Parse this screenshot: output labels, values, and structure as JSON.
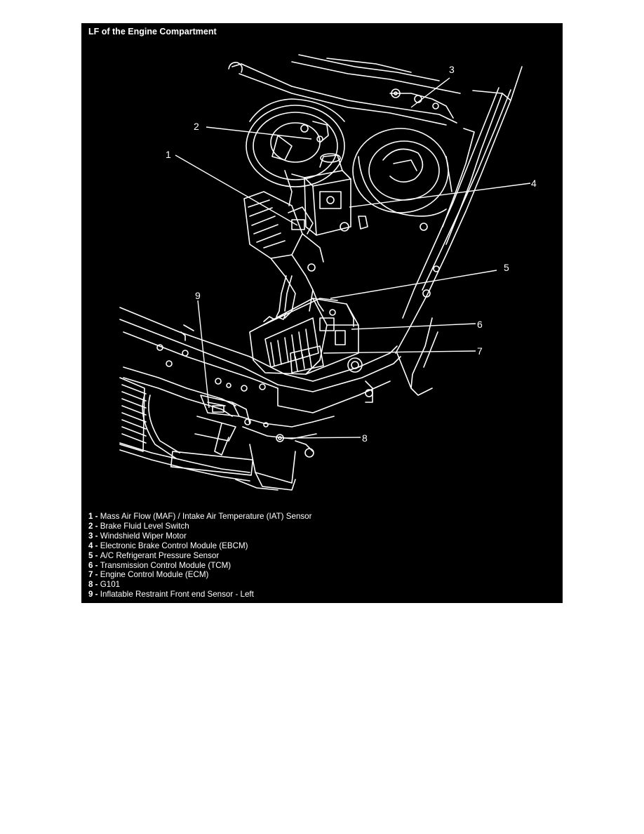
{
  "figure": {
    "title": "LF of the Engine Compartment",
    "callouts": [
      "1",
      "2",
      "3",
      "4",
      "5",
      "6",
      "7",
      "8",
      "9"
    ],
    "legend": [
      {
        "num": "1",
        "sep": " - ",
        "text": "Mass Air Flow (MAF) / Intake Air Temperature (IAT) Sensor"
      },
      {
        "num": "2",
        "sep": " - ",
        "text": "Brake Fluid Level Switch"
      },
      {
        "num": "3",
        "sep": " - ",
        "text": "Windshield Wiper Motor"
      },
      {
        "num": "4",
        "sep": " - ",
        "text": "Electronic Brake Control Module (EBCM)"
      },
      {
        "num": "5",
        "sep": " - ",
        "text": "A/C Refrigerant Pressure Sensor"
      },
      {
        "num": "6",
        "sep": " - ",
        "text": "Transmission Control Module (TCM)"
      },
      {
        "num": "7",
        "sep": " - ",
        "text": "Engine Control Module (ECM)"
      },
      {
        "num": "8",
        "sep": " - ",
        "text": "G101"
      },
      {
        "num": "9",
        "sep": " - ",
        "text": "Inflatable Restraint Front end Sensor - Left"
      }
    ]
  },
  "colors": {
    "background": "#000000",
    "line": "#ffffff",
    "page": "#ffffff"
  }
}
